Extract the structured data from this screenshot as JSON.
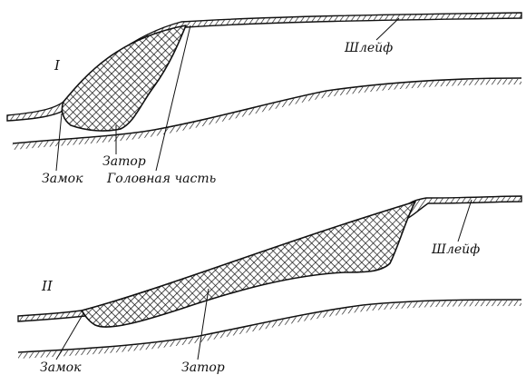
{
  "diagram_I": {
    "numeral": "I",
    "label_shleif": "Шлейф",
    "label_zator": "Затор",
    "label_zamok": "Замок",
    "label_golovnaya": "Головная часть"
  },
  "diagram_II": {
    "numeral": "II",
    "label_shleif": "Шлейф",
    "label_zamok": "Замок",
    "label_zator": "Затор"
  }
}
